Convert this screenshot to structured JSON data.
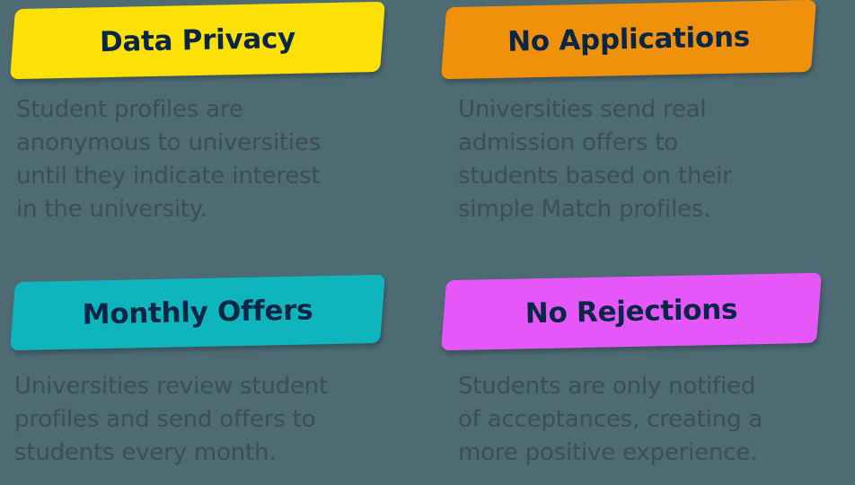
{
  "theme": {
    "background_color": "#4e6a73",
    "heading_text_color": "#0a2647",
    "body_text_color": "#3d4e57"
  },
  "cards": [
    {
      "id": "data-privacy",
      "title": "Data Privacy",
      "banner_color": "#fde006",
      "body": "Student profiles are\nanonymous to universities\nuntil they indicate interest\nin the university."
    },
    {
      "id": "no-applications",
      "title": "No Applications",
      "banner_color": "#ef910a",
      "body": "Universities send real\nadmission offers to\nstudents based on their\nsimple Match profiles."
    },
    {
      "id": "monthly-offers",
      "title": "Monthly Offers",
      "banner_color": "#0fb5bc",
      "body": "Universities review student\nprofiles and send offers to\nstudents every month."
    },
    {
      "id": "no-rejections",
      "title": "No Rejections",
      "banner_color": "#e657fa",
      "body": "Students are only notified\nof acceptances, creating a\nmore positive experience."
    }
  ]
}
